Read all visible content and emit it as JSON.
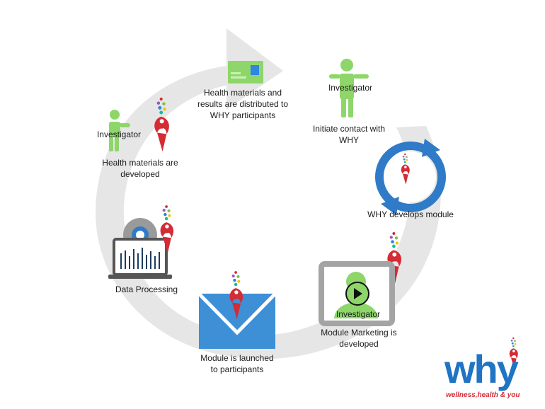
{
  "steps": {
    "distribute": "Health materials and\nresults are distributed to\nWHY participants",
    "contact_role": "Investigator",
    "contact": "Initiate contact with\nWHY",
    "develop_module": "WHY develops module",
    "marketing_role": "Investigator",
    "marketing": "Module Marketing is\ndeveloped",
    "launch": "Module is launched\nto participants",
    "processing": "Data Processing",
    "materials_role": "Investigator",
    "materials": "Health materials are\ndeveloped"
  },
  "logo": {
    "word": "why",
    "tagline_a": "wellness,health ",
    "tagline_b": "& you"
  },
  "colors": {
    "cycle_arrow": "#e6e6e6",
    "person_green": "#8ed66a",
    "envelope_blue": "#3d8fd6",
    "logo_blue": "#1f74c4",
    "logo_red": "#d42b34",
    "card_green": "#8ed66a"
  },
  "icons": {
    "distribute": "card-icon",
    "contact": "person-icon",
    "develop_module": "refresh-cycle-icon",
    "marketing": "video-play-icon",
    "launch": "envelope-icon",
    "processing": "laptop-gear-icon",
    "materials": "person-icon",
    "why_mark": "why-flame-icon"
  }
}
